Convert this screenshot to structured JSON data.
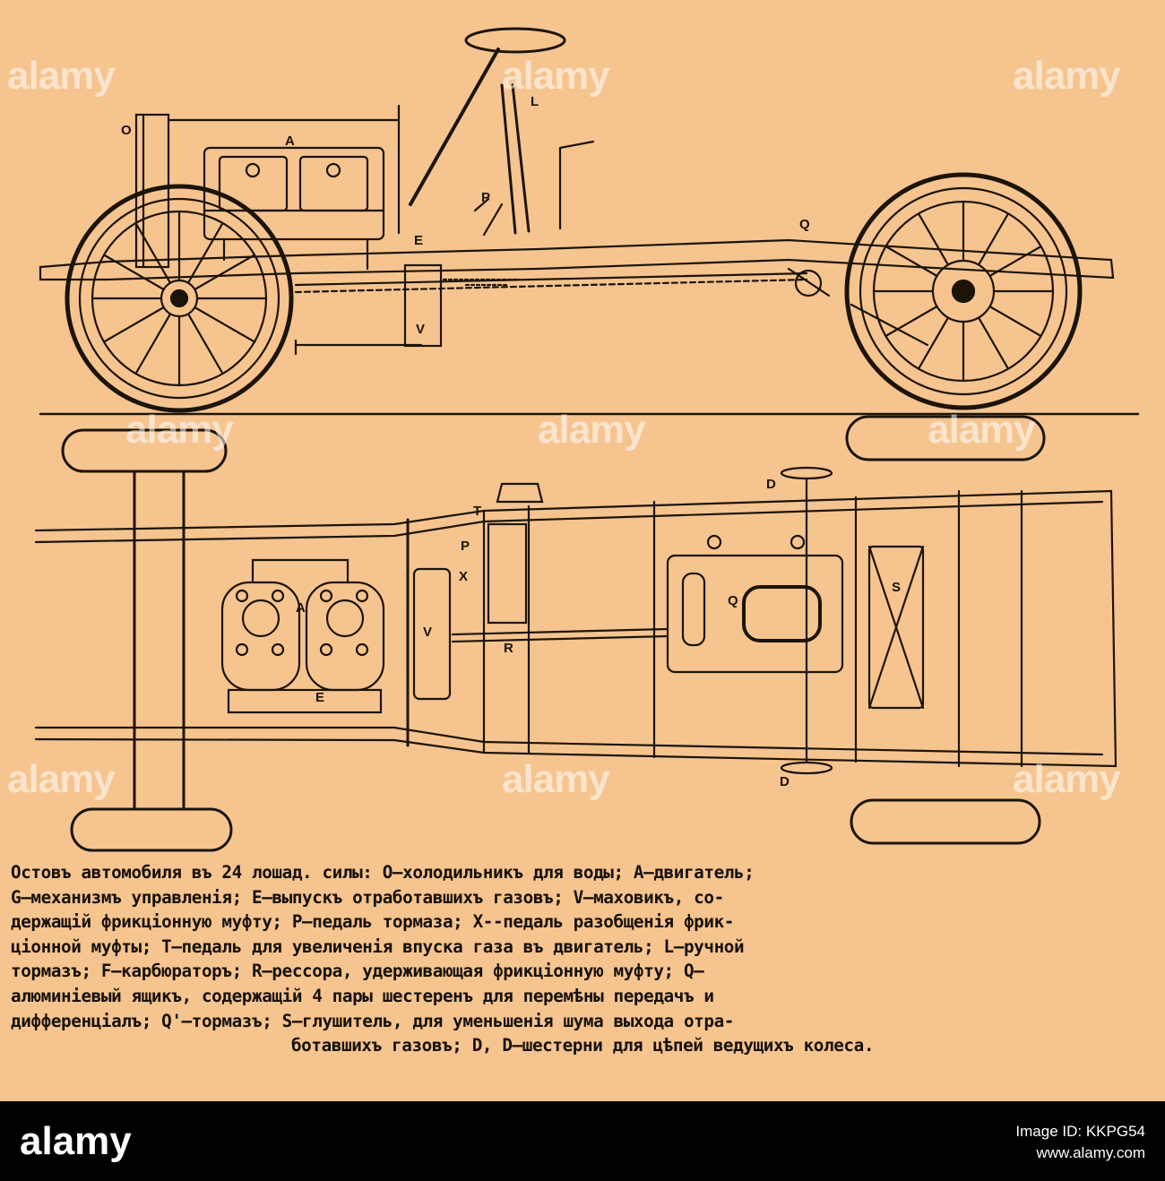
{
  "watermarks": [
    "alamy",
    "alamy",
    "alamy",
    "alamy",
    "alamy",
    "alamy",
    "alamy",
    "alamy",
    "alamy"
  ],
  "labels": {
    "side": {
      "O": "O",
      "A": "A",
      "L": "L",
      "P": "P",
      "E": "E",
      "V": "V",
      "Q": "Q"
    },
    "plan": {
      "A": "A",
      "E": "E",
      "V": "V",
      "Q": "Q",
      "S": "S",
      "D1": "D",
      "D2": "D",
      "T": "T",
      "P": "P",
      "X": "X",
      "R": "R"
    }
  },
  "caption": {
    "lines": [
      "Остовъ автомобиля въ 24 лошад. силы: O—холодильникъ для воды; A—двигатель;",
      "G—механизмъ управленія; E—выпускъ отработавшихъ газовъ; V—маховикъ, со-",
      "держащій фрикціонную муфту; P—педаль тормаза; X--педаль разобщенія фрик-",
      "ціонной муфты; T—педаль для увеличенія впуска газа въ двигатель; L—ручной",
      "тормазъ; F—карбюраторъ; R—рессора, удерживающая фрикціонную муфту; Q—",
      "алюминіевый ящикъ, содержащій 4 пары шестеренъ для перемѣны передачъ и",
      "дифференціалъ; Q'—тормазъ; S—глушитель, для уменьшенія шума выхода отра-"
    ],
    "last_line": "ботавшихъ газовъ; D, D—шестерни для цѣпей ведущихъ колеса."
  },
  "footer": {
    "logo": "alamy",
    "image_id_line": "Image ID: KKPG54",
    "url": "www.alamy.com"
  }
}
